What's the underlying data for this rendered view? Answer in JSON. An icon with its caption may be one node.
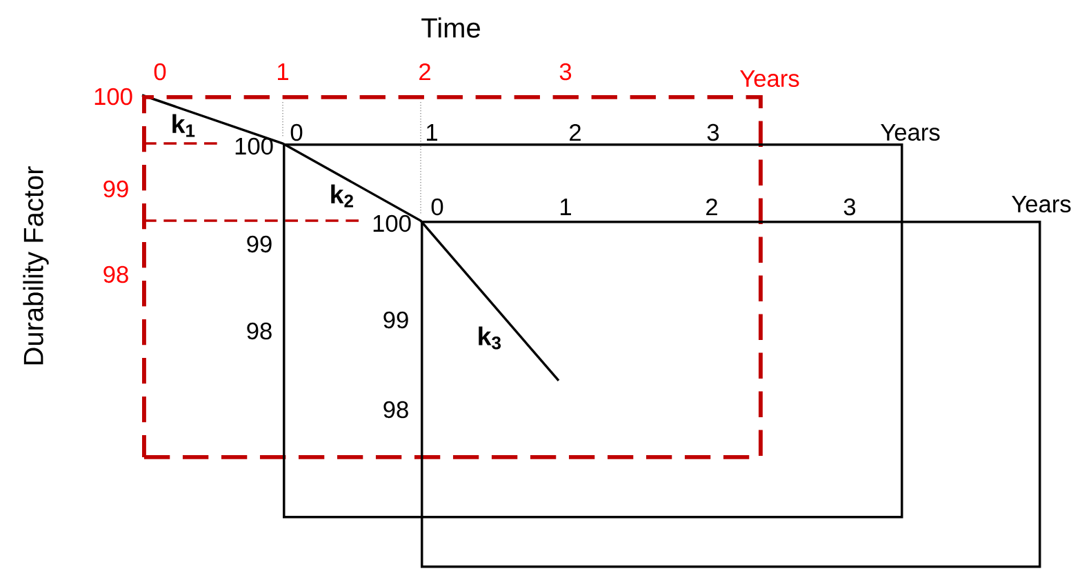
{
  "diagram": {
    "nodes": [
      {
        "text": [],
        "shape": "box"
      },
      {
        "text": [],
        "shape": "box"
      },
      {
        "text": [],
        "shape": "box"
      }
    ],
    "labels": [
      "Time",
      "0",
      "1",
      "2",
      "3",
      "Years",
      "100",
      "99",
      "98",
      "0",
      "1",
      "2",
      "3",
      "Years",
      "100",
      "99",
      "98",
      "0",
      "1",
      "2",
      "3",
      "Years",
      "100",
      "99",
      "98",
      "Durability Factor",
      "k$_{1}$",
      "k$_{2}$",
      "k$_{3}$"
    ]
  }
}
